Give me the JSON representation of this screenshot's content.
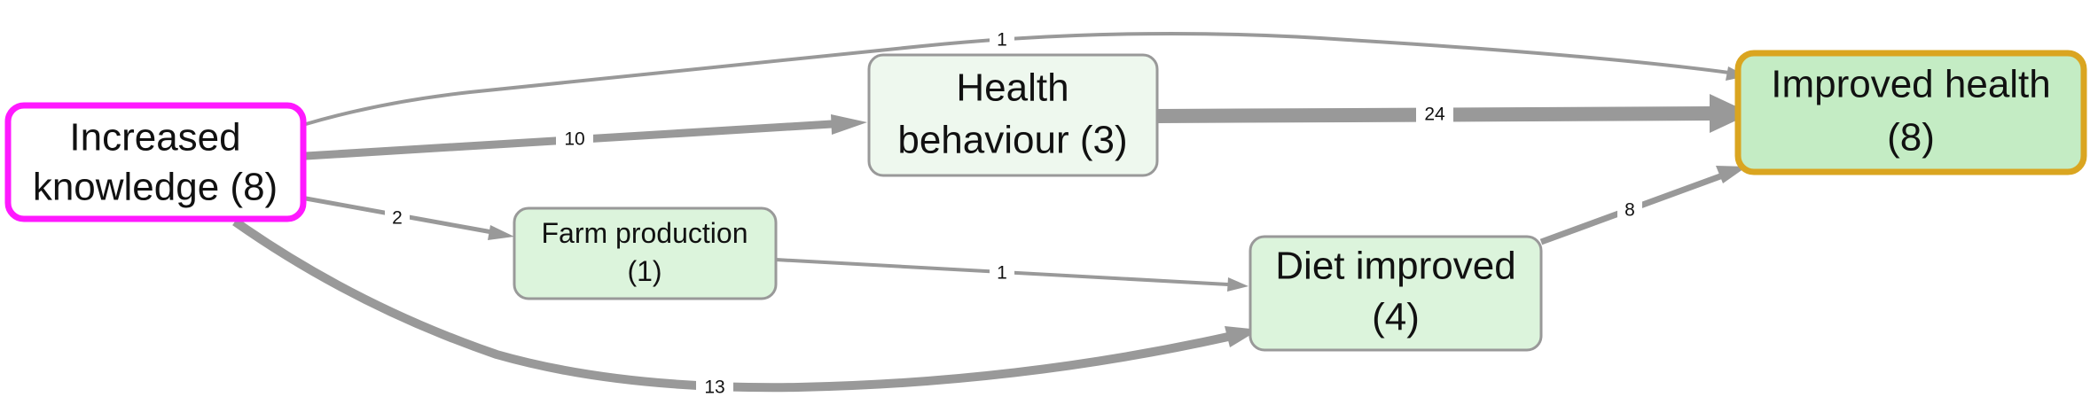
{
  "colors": {
    "edge": "#999999",
    "node_border": "#999999",
    "source_border": "#ff19ff",
    "target_border": "#daa520",
    "source_fill": "#ffffff",
    "behaviour_fill": "#eef8ee",
    "intermediate_fill": "#dcf4dc",
    "target_fill": "#c4ecc4"
  },
  "nodes": {
    "knowledge": {
      "line1": "Increased",
      "line2": "knowledge (8)"
    },
    "behaviour": {
      "line1": "Health",
      "line2": "behaviour (3)"
    },
    "farm": {
      "line1": "Farm production",
      "line2": "(1)"
    },
    "diet": {
      "line1": "Diet improved",
      "line2": "(4)"
    },
    "health": {
      "line1": "Improved health",
      "line2": "(8)"
    }
  },
  "edges": [
    {
      "id": "knowledge-health",
      "from": "Increased knowledge (8)",
      "to": "Improved health (8)",
      "label": "1"
    },
    {
      "id": "knowledge-behaviour",
      "from": "Increased knowledge (8)",
      "to": "Health behaviour (3)",
      "label": "10"
    },
    {
      "id": "behaviour-health",
      "from": "Health behaviour (3)",
      "to": "Improved health (8)",
      "label": "24"
    },
    {
      "id": "knowledge-farm",
      "from": "Increased knowledge (8)",
      "to": "Farm production (1)",
      "label": "2"
    },
    {
      "id": "farm-diet",
      "from": "Farm production (1)",
      "to": "Diet improved (4)",
      "label": "1"
    },
    {
      "id": "diet-health",
      "from": "Diet improved (4)",
      "to": "Improved health (8)",
      "label": "8"
    },
    {
      "id": "knowledge-diet",
      "from": "Increased knowledge (8)",
      "to": "Diet improved (4)",
      "label": "13"
    }
  ]
}
